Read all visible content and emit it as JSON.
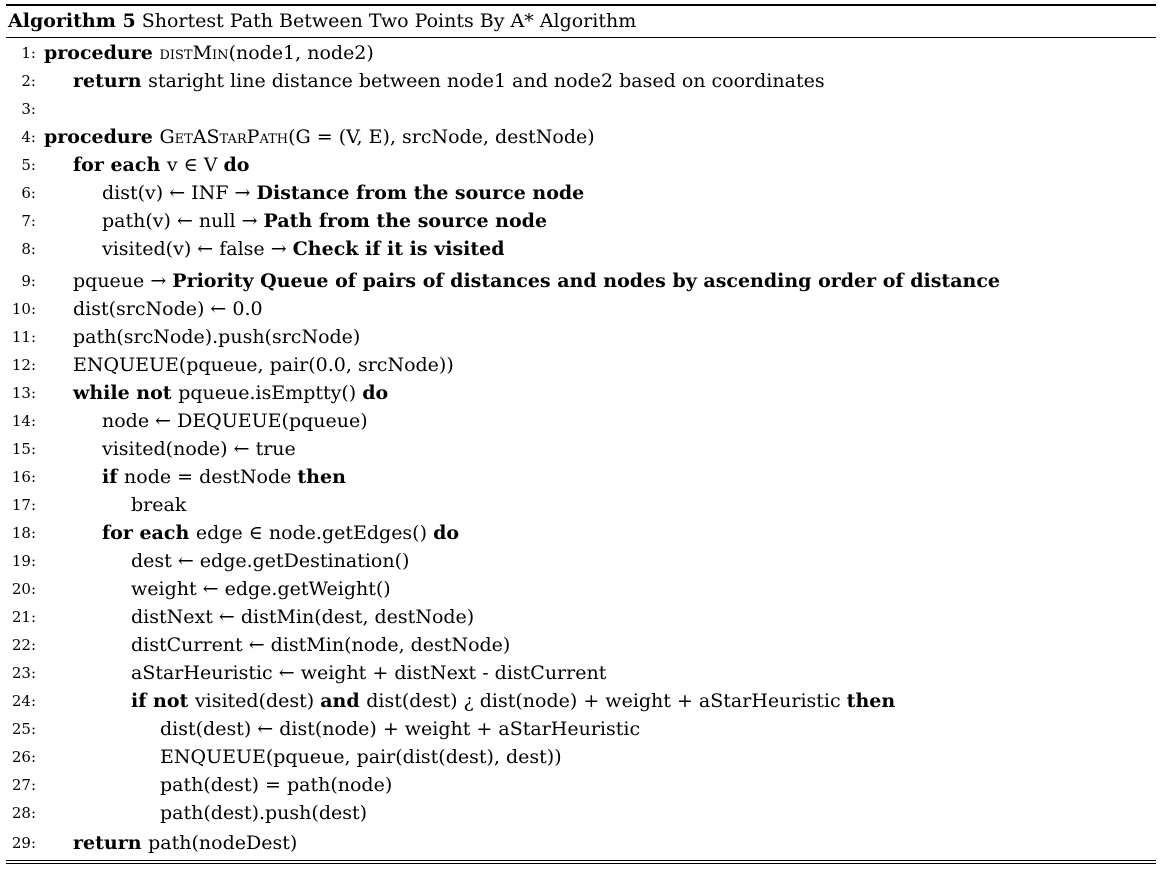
{
  "caption": {
    "label": "Algorithm 5",
    "title": "Shortest Path Between Two Points By A* Algorithm"
  },
  "lines": [
    {
      "n": "1:",
      "indent": 0,
      "segs": [
        {
          "k": "kw",
          "t": "procedure "
        },
        {
          "k": "sc",
          "t": "distMin"
        },
        {
          "k": "",
          "t": "(node1, node2)"
        }
      ]
    },
    {
      "n": "2:",
      "indent": 1,
      "segs": [
        {
          "k": "kw",
          "t": "return "
        },
        {
          "k": "",
          "t": "staright line distance between node1 and node2 based on coordinates"
        }
      ]
    },
    {
      "n": "3:",
      "indent": 0,
      "segs": []
    },
    {
      "n": "4:",
      "indent": 0,
      "segs": [
        {
          "k": "kw",
          "t": "procedure "
        },
        {
          "k": "sc",
          "t": "GetAStarPath"
        },
        {
          "k": "",
          "t": "(G = (V, E), srcNode, destNode)"
        }
      ]
    },
    {
      "n": "5:",
      "indent": 1,
      "segs": [
        {
          "k": "kw",
          "t": "for each "
        },
        {
          "k": "",
          "t": "v ∈ V "
        },
        {
          "k": "kw",
          "t": "do"
        }
      ]
    },
    {
      "n": "6:",
      "indent": 2,
      "segs": [
        {
          "k": "",
          "t": "dist(v) ← INF → "
        },
        {
          "k": "cmt",
          "t": "Distance from the source node"
        }
      ]
    },
    {
      "n": "7:",
      "indent": 2,
      "segs": [
        {
          "k": "",
          "t": "path(v) ← null → "
        },
        {
          "k": "cmt",
          "t": "Path from the source node"
        }
      ]
    },
    {
      "n": "8:",
      "indent": 2,
      "segs": [
        {
          "k": "",
          "t": "visited(v) ← false → "
        },
        {
          "k": "cmt",
          "t": "Check if it is visited"
        }
      ]
    },
    {
      "n": "9:",
      "indent": 1,
      "segs": [
        {
          "k": "",
          "t": "pqueue → "
        },
        {
          "k": "cmt",
          "t": "Priority Queue of pairs of distances and nodes by ascending order of distance"
        }
      ]
    },
    {
      "n": "10:",
      "indent": 1,
      "segs": [
        {
          "k": "",
          "t": "dist(srcNode) ← 0.0"
        }
      ]
    },
    {
      "n": "11:",
      "indent": 1,
      "segs": [
        {
          "k": "",
          "t": "path(srcNode).push(srcNode)"
        }
      ]
    },
    {
      "n": "12:",
      "indent": 1,
      "segs": [
        {
          "k": "",
          "t": "ENQUEUE(pqueue, pair(0.0, srcNode))"
        }
      ]
    },
    {
      "n": "13:",
      "indent": 1,
      "segs": [
        {
          "k": "kw",
          "t": "while not "
        },
        {
          "k": "",
          "t": "pqueue.isEmptty() "
        },
        {
          "k": "kw",
          "t": "do"
        }
      ]
    },
    {
      "n": "14:",
      "indent": 2,
      "segs": [
        {
          "k": "",
          "t": "node ← DEQUEUE(pqueue)"
        }
      ]
    },
    {
      "n": "15:",
      "indent": 2,
      "segs": [
        {
          "k": "",
          "t": "visited(node) ← true"
        }
      ]
    },
    {
      "n": "16:",
      "indent": 2,
      "segs": [
        {
          "k": "kw",
          "t": "if "
        },
        {
          "k": "",
          "t": "node = destNode "
        },
        {
          "k": "kw",
          "t": "then"
        }
      ]
    },
    {
      "n": "17:",
      "indent": 3,
      "segs": [
        {
          "k": "",
          "t": "break"
        }
      ]
    },
    {
      "n": "18:",
      "indent": 2,
      "segs": [
        {
          "k": "kw",
          "t": "for each "
        },
        {
          "k": "",
          "t": "edge ∈ node.getEdges() "
        },
        {
          "k": "kw",
          "t": "do"
        }
      ]
    },
    {
      "n": "19:",
      "indent": 3,
      "segs": [
        {
          "k": "",
          "t": "dest ← edge.getDestination()"
        }
      ]
    },
    {
      "n": "20:",
      "indent": 3,
      "segs": [
        {
          "k": "",
          "t": "weight ← edge.getWeight()"
        }
      ]
    },
    {
      "n": "21:",
      "indent": 3,
      "segs": [
        {
          "k": "",
          "t": "distNext ← distMin(dest, destNode)"
        }
      ]
    },
    {
      "n": "22:",
      "indent": 3,
      "segs": [
        {
          "k": "",
          "t": "distCurrent ← distMin(node, destNode)"
        }
      ]
    },
    {
      "n": "23:",
      "indent": 3,
      "segs": [
        {
          "k": "",
          "t": "aStarHeuristic ← weight + distNext - distCurrent"
        }
      ]
    },
    {
      "n": "24:",
      "indent": 3,
      "segs": [
        {
          "k": "kw",
          "t": "if not "
        },
        {
          "k": "",
          "t": "visited(dest) "
        },
        {
          "k": "kw",
          "t": "and "
        },
        {
          "k": "",
          "t": "dist(dest) ¿ dist(node) + weight + aStarHeuristic "
        },
        {
          "k": "kw",
          "t": "then"
        }
      ]
    },
    {
      "n": "25:",
      "indent": 4,
      "segs": [
        {
          "k": "",
          "t": "dist(dest) ← dist(node) + weight + aStarHeuristic"
        }
      ]
    },
    {
      "n": "26:",
      "indent": 4,
      "segs": [
        {
          "k": "",
          "t": "ENQUEUE(pqueue, pair(dist(dest), dest))"
        }
      ]
    },
    {
      "n": "27:",
      "indent": 4,
      "segs": [
        {
          "k": "",
          "t": "path(dest) = path(node)"
        }
      ]
    },
    {
      "n": "28:",
      "indent": 4,
      "segs": [
        {
          "k": "",
          "t": "path(dest).push(dest)"
        }
      ]
    },
    {
      "n": "29:",
      "indent": 1,
      "segs": [
        {
          "k": "kw",
          "t": "return "
        },
        {
          "k": "",
          "t": "path(nodeDest)"
        }
      ]
    }
  ]
}
